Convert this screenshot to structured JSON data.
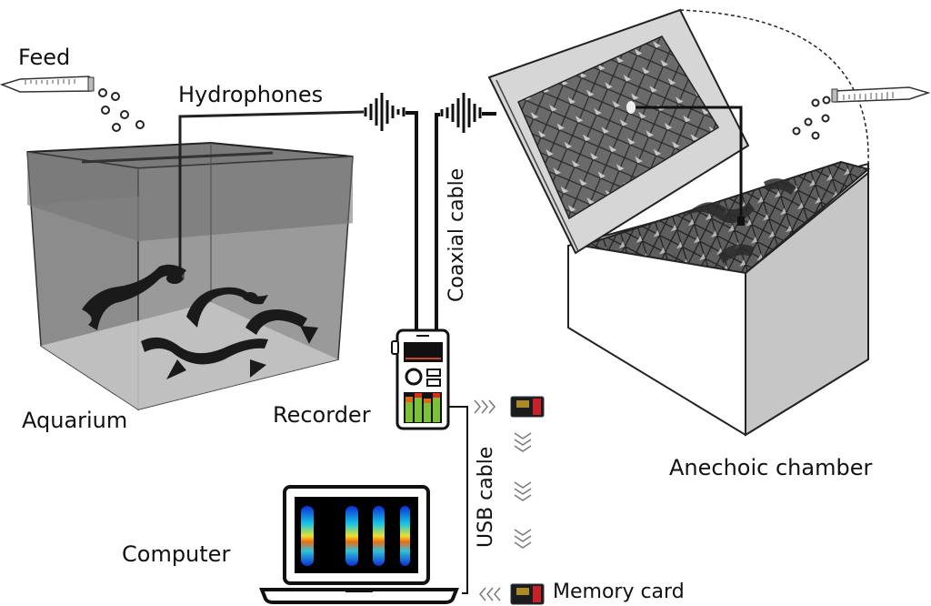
{
  "figure": {
    "labels": {
      "feed": "Feed",
      "hydrophones": "Hydrophones",
      "aquarium": "Aquarium",
      "recorder": "Recorder",
      "coaxial_cable": "Coaxial cable",
      "usb_cable": "USB cable",
      "computer": "Computer",
      "memory_card": "Memory card",
      "anechoic_chamber": "Anechoic chamber"
    },
    "components": [
      "feed-tube",
      "aquarium",
      "shrimp",
      "hydrophone",
      "recorder",
      "computer",
      "memory-card",
      "anechoic-chamber"
    ],
    "colors": {
      "line": "#111111",
      "tank_glass": "#8a8a8a",
      "tank_water": "#9c9c9c",
      "chamber_panel": "#d6d6d6",
      "foam": "#555555",
      "spectrogram_bg": "#000000",
      "sd_card_red": "#c8202a"
    }
  }
}
